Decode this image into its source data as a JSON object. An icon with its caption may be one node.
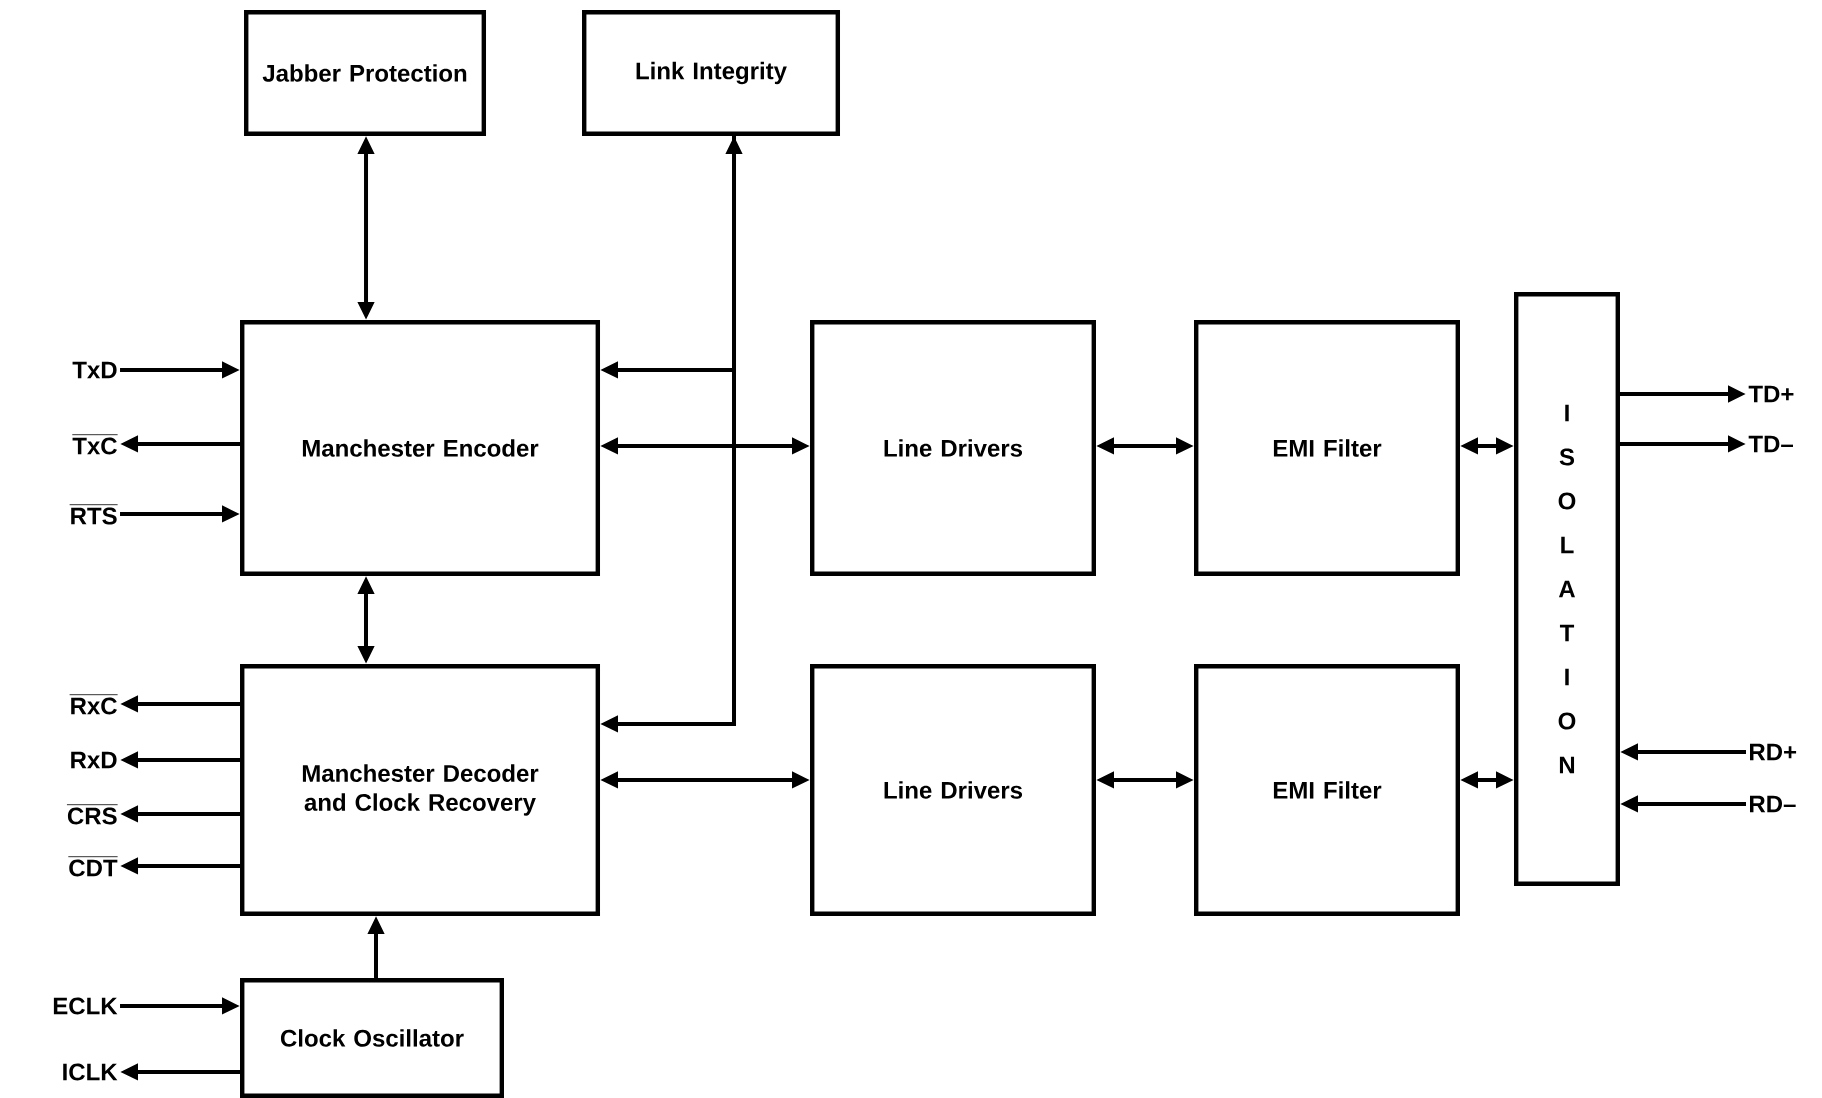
{
  "diagram": {
    "nodes": [
      {
        "text": [
          "Jabber Protection"
        ]
      },
      {
        "text": [
          "Link Integrity"
        ]
      },
      {
        "text": [
          "Manchester Encoder"
        ]
      },
      {
        "text": [
          "Manchester Decoder and Clock Recovery"
        ]
      },
      {
        "text": [
          "Clock Oscillator"
        ]
      },
      {
        "text": [
          "Line Drivers"
        ]
      },
      {
        "text": [
          "EMI Filter"
        ]
      },
      {
        "text": [
          "Line Drivers"
        ]
      },
      {
        "text": [
          "EMI Filter"
        ]
      },
      {
        "text": [
          "ISOLATION"
        ]
      },
      {
        "text": [
          "TxD"
        ]
      },
      {
        "text": [
          "\\overline{\\mathrm{TxC}}"
        ]
      },
      {
        "text": [
          "\\overline{\\mathrm{RTS}}"
        ]
      },
      {
        "text": [
          "\\overline{\\mathrm{RxC}}"
        ]
      },
      {
        "text": [
          "RxD"
        ]
      },
      {
        "text": [
          "\\overline{\\mathrm{CRS}}"
        ]
      },
      {
        "text": [
          "\\overline{\\mathrm{CDT}}"
        ]
      },
      {
        "text": [
          "ECLK"
        ]
      },
      {
        "text": [
          "ICLK"
        ]
      },
      {
        "text": [
          "TD+"
        ]
      },
      {
        "text": [
          "TD–"
        ]
      },
      {
        "text": [
          "RD+"
        ]
      },
      {
        "text": [
          "RD–"
        ]
      }
    ],
    "edges": [
      {
        "from": 0,
        "to": 2,
        "arrow": "both"
      },
      {
        "from": 1,
        "to": 2,
        "arrow": "both"
      },
      {
        "from": 1,
        "to": 3,
        "arrow": "to"
      },
      {
        "from": 2,
        "to": 5,
        "arrow": "both"
      },
      {
        "from": 5,
        "to": 6,
        "arrow": "both"
      },
      {
        "from": 6,
        "to": 9,
        "arrow": "both"
      },
      {
        "from": 2,
        "to": 3,
        "arrow": "both"
      },
      {
        "from": 3,
        "to": 7,
        "arrow": "both"
      },
      {
        "from": 7,
        "to": 8,
        "arrow": "both"
      },
      {
        "from": 8,
        "to": 9,
        "arrow": "both"
      },
      {
        "from": 4,
        "to": 3,
        "arrow": "to"
      },
      {
        "from": 10,
        "to": 2,
        "arrow": "to"
      },
      {
        "from": 2,
        "to": 11,
        "arrow": "to"
      },
      {
        "from": 12,
        "to": 2,
        "arrow": "to"
      },
      {
        "from": 3,
        "to": 13,
        "arrow": "to"
      },
      {
        "from": 3,
        "to": 14,
        "arrow": "to"
      },
      {
        "from": 3,
        "to": 15,
        "arrow": "to"
      },
      {
        "from": 3,
        "to": 16,
        "arrow": "to"
      },
      {
        "from": 17,
        "to": 4,
        "arrow": "to"
      },
      {
        "from": 4,
        "to": 18,
        "arrow": "to"
      },
      {
        "from": 9,
        "to": 19,
        "arrow": "to"
      },
      {
        "from": 9,
        "to": 20,
        "arrow": "to"
      },
      {
        "from": 21,
        "to": 9,
        "arrow": "to"
      },
      {
        "from": 22,
        "to": 9,
        "arrow": "to"
      }
    ]
  }
}
